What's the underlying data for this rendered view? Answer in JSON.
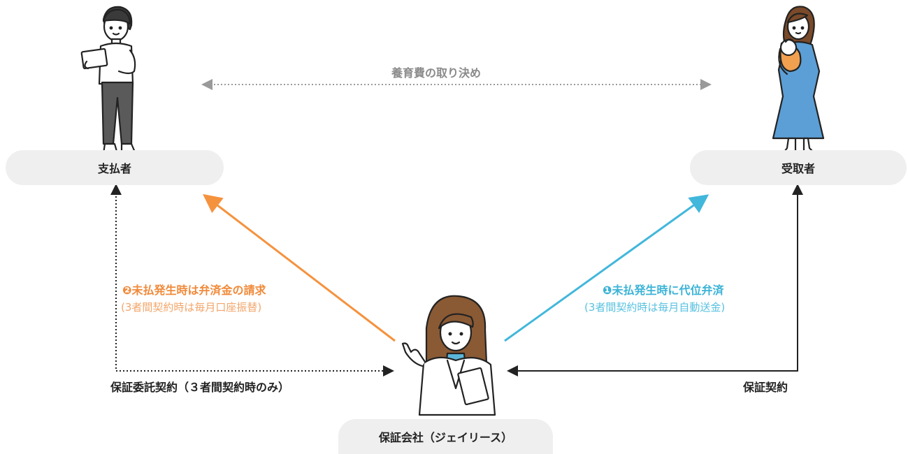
{
  "payer": {
    "label": "支払者"
  },
  "recipient": {
    "label": "受取者"
  },
  "guarantor": {
    "label": "保証会社（ジェイリース）"
  },
  "agreement": {
    "label": "養育費の取り決め"
  },
  "claim": {
    "title": "❷未払発生時は弁済金の請求",
    "subtitle": "(3者間契約時は毎月口座振替)"
  },
  "subrogation": {
    "title": "❶未払発生時に代位弁済",
    "subtitle": "(3者間契約時は毎月自動送金)"
  },
  "consignment": {
    "label": "保証委託契約（３者間契約時のみ）"
  },
  "guarantee_contract": {
    "label": "保証契約"
  },
  "colors": {
    "orange": "#f5923e",
    "blue": "#42b7dc",
    "gray_arrow": "#9a9a9a",
    "black": "#222222",
    "pill_bg": "#efefef"
  },
  "icons": [
    "man-with-tablet-icon",
    "woman-holding-baby-icon",
    "staff-woman-pointing-icon"
  ]
}
